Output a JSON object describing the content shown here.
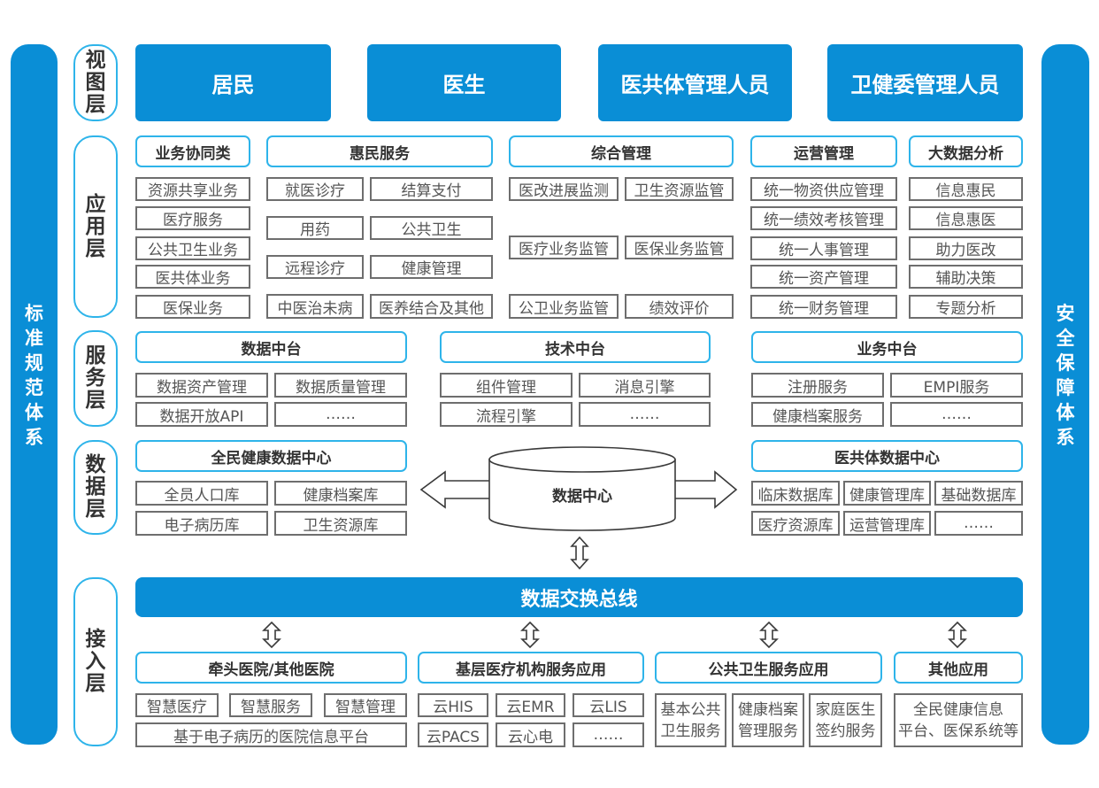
{
  "pillars": {
    "left": "标准规范体系",
    "right": "安全保障体系"
  },
  "layers": {
    "view": "视图层",
    "application": "应用层",
    "service": "服务层",
    "data": "数据层",
    "access": "接入层"
  },
  "view_layer": {
    "users": [
      "居民",
      "医生",
      "医共体管理人员",
      "卫健委管理人员"
    ]
  },
  "application_layer": {
    "business_collaboration": {
      "title": "业务协同类",
      "items": [
        "资源共享业务",
        "医疗服务",
        "公共卫生业务",
        "医共体业务",
        "医保业务"
      ]
    },
    "public_services": {
      "title": "惠民服务",
      "items": [
        "就医诊疗",
        "结算支付",
        "用药",
        "公共卫生",
        "远程诊疗",
        "健康管理",
        "中医治未病",
        "医养结合及其他"
      ]
    },
    "integrated_management": {
      "title": "综合管理",
      "items": [
        "医改进展监测",
        "卫生资源监管",
        "医疗业务监管",
        "医保业务监管",
        "公卫业务监管",
        "绩效评价"
      ]
    },
    "operations_management": {
      "title": "运营管理",
      "items": [
        "统一物资供应管理",
        "统一绩效考核管理",
        "统一人事管理",
        "统一资产管理",
        "统一财务管理"
      ]
    },
    "big_data_analysis": {
      "title": "大数据分析",
      "items": [
        "信息惠民",
        "信息惠医",
        "助力医改",
        "辅助决策",
        "专题分析"
      ]
    }
  },
  "service_layer": {
    "data_platform": {
      "title": "数据中台",
      "items": [
        "数据资产管理",
        "数据质量管理",
        "数据开放API",
        "……"
      ]
    },
    "tech_platform": {
      "title": "技术中台",
      "items": [
        "组件管理",
        "消息引擎",
        "流程引擎",
        "……"
      ]
    },
    "business_platform": {
      "title": "业务中台",
      "items": [
        "注册服务",
        "EMPI服务",
        "健康档案服务",
        "……"
      ]
    }
  },
  "data_layer": {
    "national_health_data_center": {
      "title": "全民健康数据中心",
      "items": [
        "全员人口库",
        "健康档案库",
        "电子病历库",
        "卫生资源库"
      ]
    },
    "data_center": "数据中心",
    "medical_community_data_center": {
      "title": "医共体数据中心",
      "items": [
        "临床数据库",
        "健康管理库",
        "基础数据库",
        "医疗资源库",
        "运营管理库",
        "……"
      ]
    }
  },
  "access_layer": {
    "bus": "数据交换总线",
    "lead_hospitals": {
      "title": "牵头医院/其他医院",
      "items": [
        "智慧医疗",
        "智慧服务",
        "智慧管理",
        "基于电子病历的医院信息平台"
      ]
    },
    "primary_care": {
      "title": "基层医疗机构服务应用",
      "items": [
        "云HIS",
        "云EMR",
        "云LIS",
        "云PACS",
        "云心电",
        "……"
      ]
    },
    "public_health": {
      "title": "公共卫生服务应用",
      "items": [
        [
          "基本公共",
          "卫生服务"
        ],
        [
          "健康档案",
          "管理服务"
        ],
        [
          "家庭医生",
          "签约服务"
        ]
      ]
    },
    "other": {
      "title": "其他应用",
      "items": [
        [
          "全民健康信息",
          "平台、医保系统等"
        ]
      ]
    }
  },
  "colors": {
    "primary_blue": "#0A8ED6",
    "accent_cyan": "#2EB4EA",
    "item_border": "#6E6E6E",
    "text_dark": "#333333",
    "text_gray": "#555555"
  }
}
